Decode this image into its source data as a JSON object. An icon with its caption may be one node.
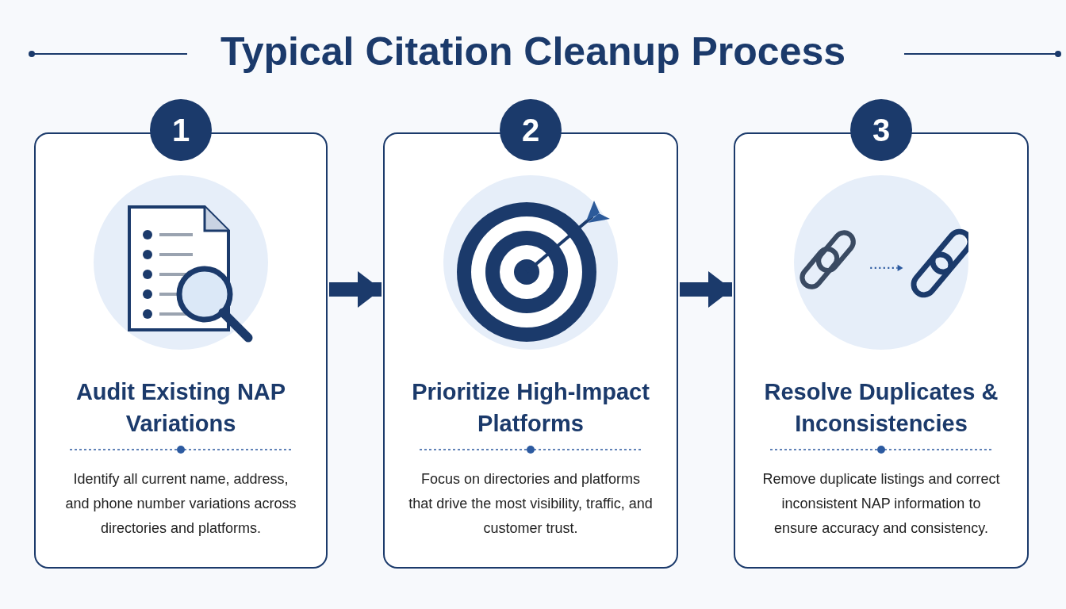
{
  "diagram": {
    "title": "Typical Citation Cleanup Process",
    "nodes": [
      {
        "text": [
          "1",
          "Audit Existing NAP Variations",
          "Identify all current name, address, and phone number variations across directories and platforms."
        ]
      },
      {
        "text": [
          "2",
          "Prioritize High-Impact Platforms",
          "Focus on directories and platforms that drive the most visibility, traffic, and customer trust."
        ]
      },
      {
        "text": [
          "3",
          "Resolve Duplicates & Inconsistencies",
          "Remove duplicate listings and correct inconsistent NAP information to ensure accuracy and consistency."
        ]
      }
    ],
    "edges": [
      {
        "from": 0,
        "to": 1,
        "arrow": "to"
      },
      {
        "from": 1,
        "to": 2,
        "arrow": "to"
      }
    ]
  }
}
